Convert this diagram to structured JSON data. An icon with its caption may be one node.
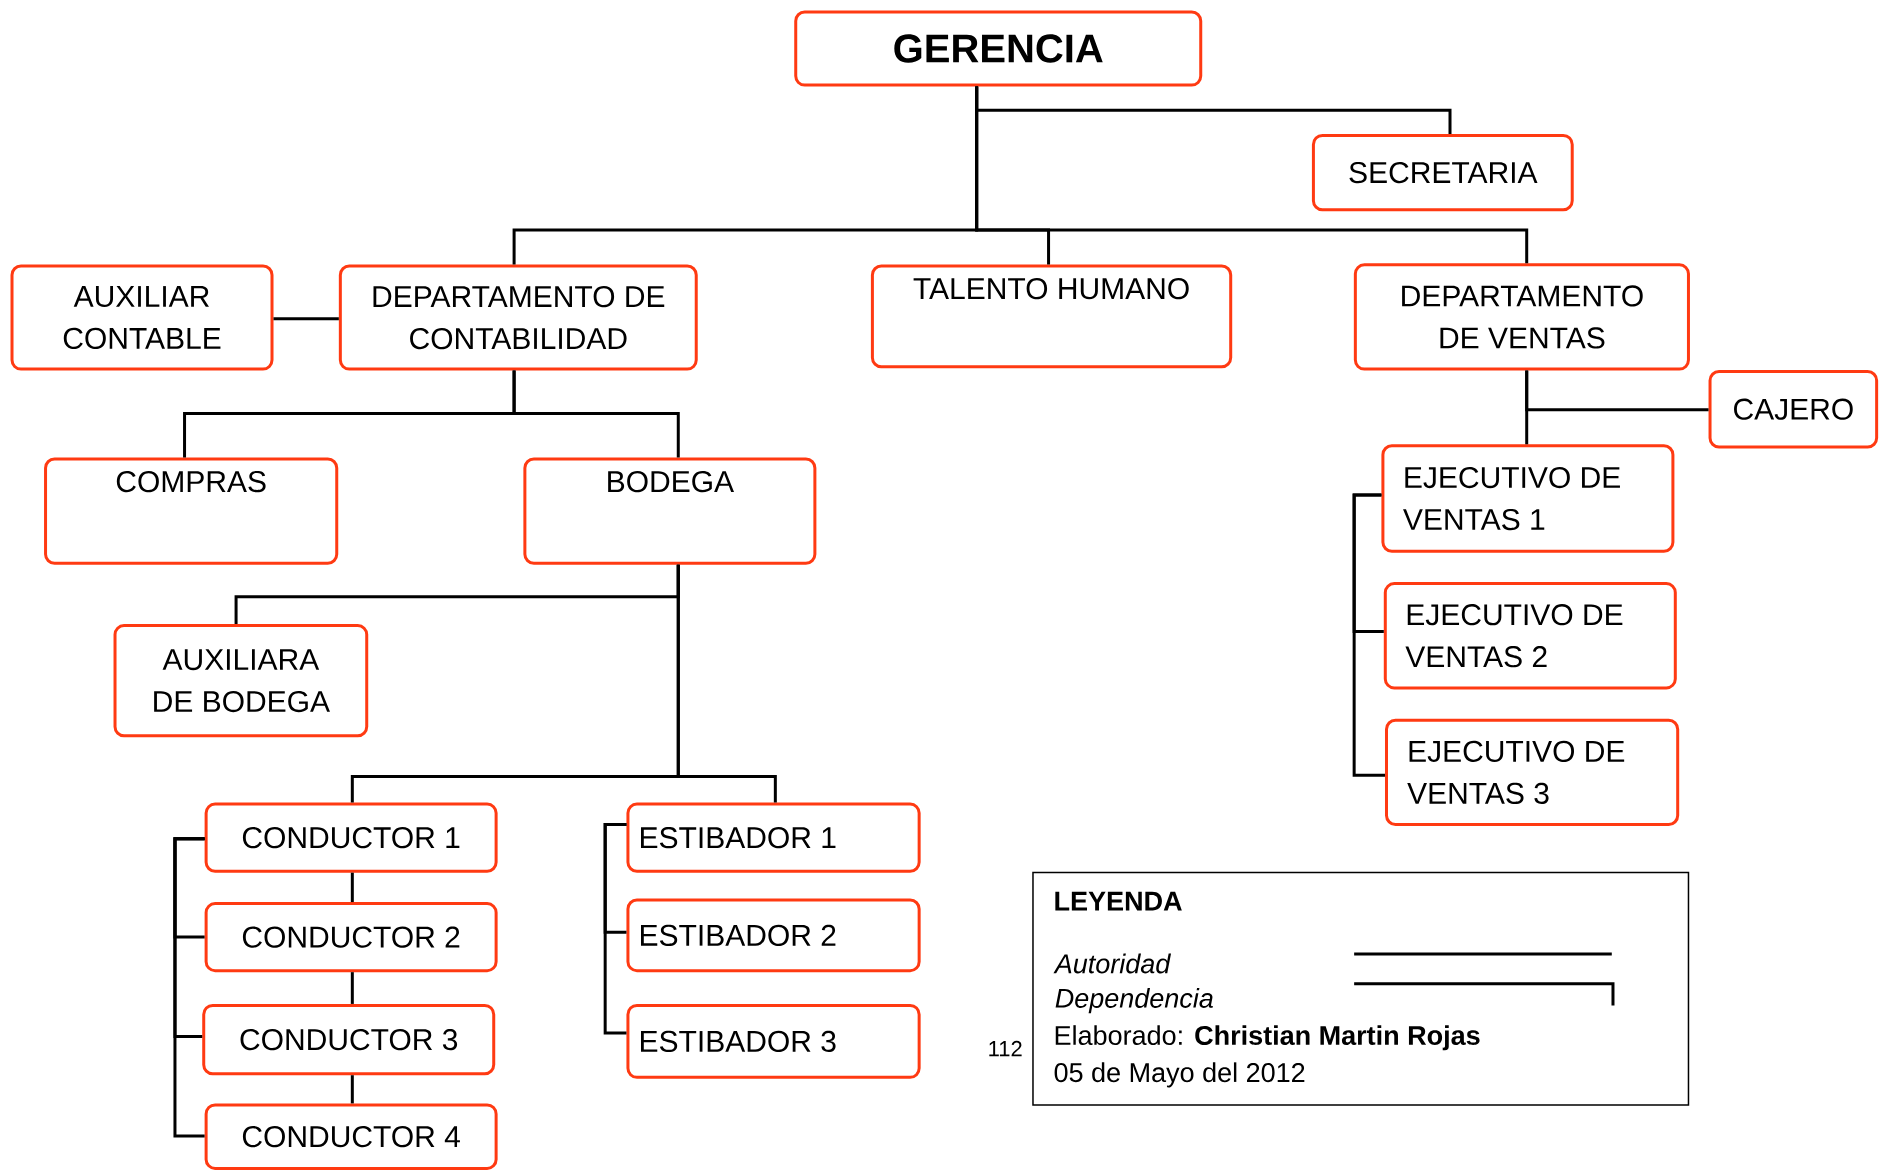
{
  "diagram": {
    "nodes": [
      {
        "text": [
          "GERENCIA"
        ]
      },
      {
        "text": [
          "SECRETARIA"
        ]
      },
      {
        "text": [
          "AUXILIAR CONTABLE"
        ]
      },
      {
        "text": [
          "DEPARTAMENTO DE CONTABILIDAD"
        ]
      },
      {
        "text": [
          "TALENTO HUMANO"
        ]
      },
      {
        "text": [
          "DEPARTAMENTO DE VENTAS"
        ]
      },
      {
        "text": [
          "CAJERO"
        ]
      },
      {
        "text": [
          "COMPRAS"
        ]
      },
      {
        "text": [
          "BODEGA"
        ]
      },
      {
        "text": [
          "EJECUTIVO DE VENTAS 1"
        ]
      },
      {
        "text": [
          "EJECUTIVO DE VENTAS 2"
        ]
      },
      {
        "text": [
          "EJECUTIVO DE VENTAS 3"
        ]
      },
      {
        "text": [
          "AUXILIARA DE BODEGA"
        ]
      },
      {
        "text": [
          "CONDUCTOR 1"
        ]
      },
      {
        "text": [
          "CONDUCTOR 2"
        ]
      },
      {
        "text": [
          "CONDUCTOR 3"
        ]
      },
      {
        "text": [
          "CONDUCTOR 4"
        ]
      },
      {
        "text": [
          "ESTIBADOR 1"
        ]
      },
      {
        "text": [
          "ESTIBADOR 2"
        ]
      },
      {
        "text": [
          "ESTIBADOR 3"
        ]
      }
    ],
    "edges": [
      {
        "from": 0,
        "to": 1,
        "arrow": "none"
      },
      {
        "from": 0,
        "to": 3,
        "arrow": "none"
      },
      {
        "from": 0,
        "to": 4,
        "arrow": "none"
      },
      {
        "from": 0,
        "to": 5,
        "arrow": "none"
      },
      {
        "from": 2,
        "to": 3,
        "arrow": "none"
      },
      {
        "from": 3,
        "to": 7,
        "arrow": "none"
      },
      {
        "from": 3,
        "to": 8,
        "arrow": "none"
      },
      {
        "from": 5,
        "to": 6,
        "arrow": "none"
      },
      {
        "from": 5,
        "to": 9,
        "arrow": "none"
      },
      {
        "from": 9,
        "to": 10,
        "arrow": "none"
      },
      {
        "from": 9,
        "to": 11,
        "arrow": "none"
      },
      {
        "from": 8,
        "to": 12,
        "arrow": "none"
      },
      {
        "from": 8,
        "to": 13,
        "arrow": "none"
      },
      {
        "from": 8,
        "to": 17,
        "arrow": "none"
      },
      {
        "from": 13,
        "to": 14,
        "arrow": "none"
      },
      {
        "from": 14,
        "to": 15,
        "arrow": "none"
      },
      {
        "from": 15,
        "to": 16,
        "arrow": "none"
      },
      {
        "from": 13,
        "to": 14,
        "arrow": "none"
      },
      {
        "from": 13,
        "to": 15,
        "arrow": "none"
      },
      {
        "from": 13,
        "to": 16,
        "arrow": "none"
      },
      {
        "from": 17,
        "to": 18,
        "arrow": "none"
      },
      {
        "from": 17,
        "to": 19,
        "arrow": "none"
      }
    ],
    "labels": [
      "LEYENDA",
      "Elaborado: **Christian Martin Rojas**",
      "05 de Mayo del 2012",
      "112"
    ],
    "legend": [
      {
        "text": "Autoridad"
      },
      {
        "text": "Dependencia"
      }
    ]
  }
}
